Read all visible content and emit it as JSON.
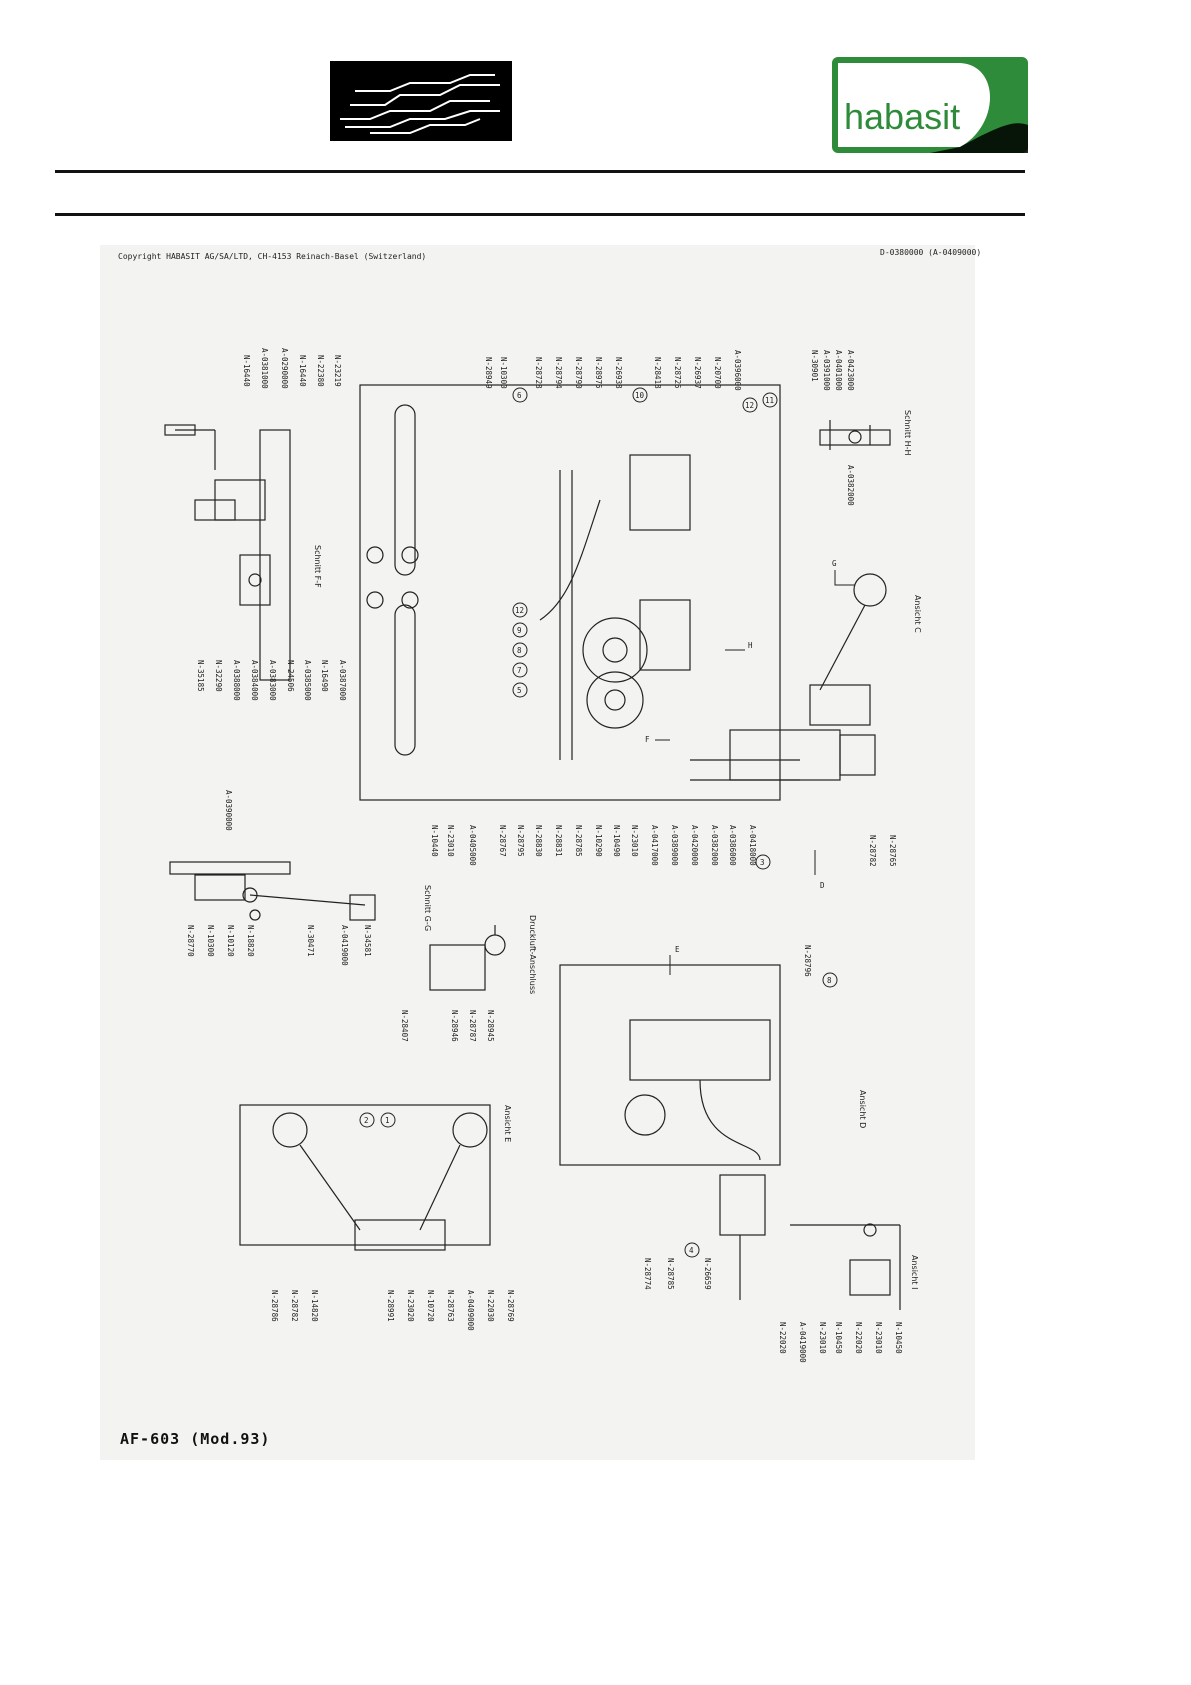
{
  "header": {
    "copyright": "Copyright HABASIT AG/SA/LTD, CH-4153 Reinach-Basel (Switzerland)",
    "drawing_number": "D-0380000 (A-0409000)"
  },
  "logo_right": {
    "text": "habasit",
    "brand_green": "#2e8b3a"
  },
  "footer": {
    "model": "AF-603 (Mod.93)"
  },
  "sections": {
    "hh": "Schnitt H-H",
    "ff": "Schnitt F-F",
    "gg": "Schnitt G-G",
    "c": "Ansicht C",
    "d": "Ansicht D",
    "e": "Ansicht E",
    "i": "Ansicht I",
    "air": "Druckluft-Anschluss"
  },
  "parts": {
    "hh": [
      "A-0423000",
      "A-0401000",
      "A-0391000",
      "N-30901",
      "A-0382000"
    ],
    "top": [
      "N-28949",
      "N-10300",
      "N-28728",
      "N-28794",
      "N-28790",
      "N-28975",
      "N-26938",
      "N-28418",
      "N-28725",
      "N-26937",
      "N-20700",
      "A-0396000"
    ],
    "ff_left": [
      "N-23219",
      "N-22380",
      "N-16440",
      "A-0290000",
      "A-0381000",
      "N-16440"
    ],
    "ff_right": [
      "A-0387000",
      "N-16490",
      "A-0385000",
      "N-24506",
      "A-0383000",
      "A-0384000",
      "A-0388000",
      "N-32290",
      "N-35185"
    ],
    "bottom_main": [
      "N-10440",
      "N-23010",
      "A-0405000",
      "N-28767",
      "N-28795",
      "N-28830",
      "N-28831",
      "N-28785",
      "N-10290",
      "N-10490",
      "N-23010",
      "A-0417000",
      "A-0389000",
      "A-0420000",
      "A-0382000",
      "A-0386000",
      "A-0418000"
    ],
    "c_right": [
      "N-28782",
      "N-28765"
    ],
    "gg": [
      "A-0390000",
      "N-28770",
      "N-10300",
      "N-10120",
      "N-18820",
      "N-30471",
      "A-0419000",
      "N-34581"
    ],
    "air": [
      "N-28407",
      "N-28946",
      "N-28787",
      "N-28945"
    ],
    "d": [
      "N-28796",
      "N-28774",
      "N-28785",
      "N-26659"
    ],
    "e": [
      "N-28786",
      "N-28782",
      "N-14820",
      "N-28991",
      "N-23020",
      "N-10720",
      "N-28763",
      "A-0409000",
      "N-22030",
      "N-28769"
    ],
    "i": [
      "N-22020",
      "A-0419000",
      "N-23010",
      "N-10450",
      "N-22020",
      "N-23010",
      "N-10450"
    ]
  },
  "markers": {
    "top": [
      "6",
      "10",
      "12",
      "11"
    ],
    "mid": [
      "12",
      "9",
      "8",
      "7",
      "5"
    ],
    "bottom": [
      "3"
    ],
    "d": [
      "8",
      "4"
    ],
    "e": [
      "2",
      "1"
    ]
  },
  "arrows": {
    "g": "G",
    "h": "H",
    "f": "F",
    "d": "D",
    "e": "E"
  }
}
